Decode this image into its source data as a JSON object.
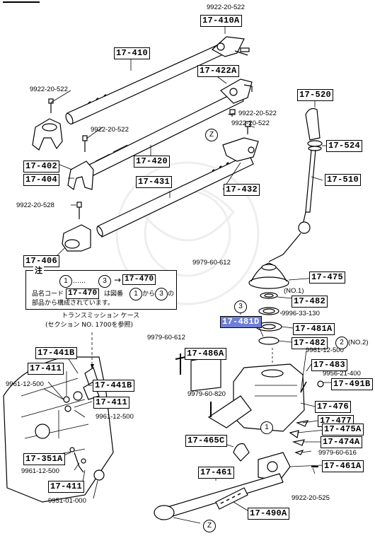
{
  "part_labels": {
    "l_410a": "17-410A",
    "l_410": "17-410",
    "l_422a": "17-422A",
    "l_520": "17-520",
    "l_524": "17-524",
    "l_510": "17-510",
    "l_402": "17-402",
    "l_404": "17-404",
    "l_420": "17-420",
    "l_431": "17-431",
    "l_432": "17-432",
    "l_406": "17-406",
    "l_475": "17-475",
    "l_482a": "17-482",
    "l_481d": "17-481D",
    "l_481a": "17-481A",
    "l_482b": "17-482",
    "l_486a": "17-486A",
    "l_483": "17-483",
    "l_491b": "17-491B",
    "l_476": "17-476",
    "l_477": "17-477",
    "l_475a": "17-475A",
    "l_474a": "17-474A",
    "l_465c": "17-465C",
    "l_461a": "17-461A",
    "l_461": "17-461",
    "l_490a": "17-490A",
    "l_441b1": "17-441B",
    "l_411a": "17-411",
    "l_441b2": "17-441B",
    "l_411b": "17-411",
    "l_351a": "17-351A",
    "l_411c": "17-411"
  },
  "bolt_numbers": {
    "t_522a": "9922-20-522",
    "t_522b": "9922-20-522",
    "t_522c": "9922-20-522",
    "t_522d": "9922-20-522",
    "t_522e": "9922-20-522",
    "t_528": "9922-20-528",
    "t_612a": "9979-60-612",
    "t_130": "9996-33-130",
    "t_612b": "9979-60-612",
    "t_500a": "9961-12-500",
    "t_400": "9956-21-400",
    "t_820": "9979-60-820",
    "t_616": "9979-60-616",
    "t_525": "9922-20-525",
    "t_500b": "9961-12-500",
    "t_500c": "9961-12-500",
    "t_500d": "9961-12-500",
    "t_000": "9951-01-000",
    "no1": "(NO.1)",
    "no2": "(NO.2)"
  },
  "circle_marks": {
    "z1": "Z",
    "z2": "Z",
    "c3": "3",
    "c2": "2",
    "c1": "1",
    "n1": "1",
    "n3": "3",
    "n1b": "1",
    "n3b": "3"
  },
  "note": {
    "heading": "注",
    "dots": "……",
    "arrow": "→",
    "ref_label": "17-470",
    "line2_a": "品名コード",
    "line2_code": "17-470",
    "line2_b": "は図番",
    "line2_c": "から",
    "line2_d": "の",
    "line3": "部品から構成されています。"
  },
  "transmission_case": {
    "line1": "トランスミッション ケース",
    "line2": "(セクション NO. 1700を参照)"
  },
  "colors": {
    "highlight": "#6f7fd6",
    "ink": "#000000"
  }
}
